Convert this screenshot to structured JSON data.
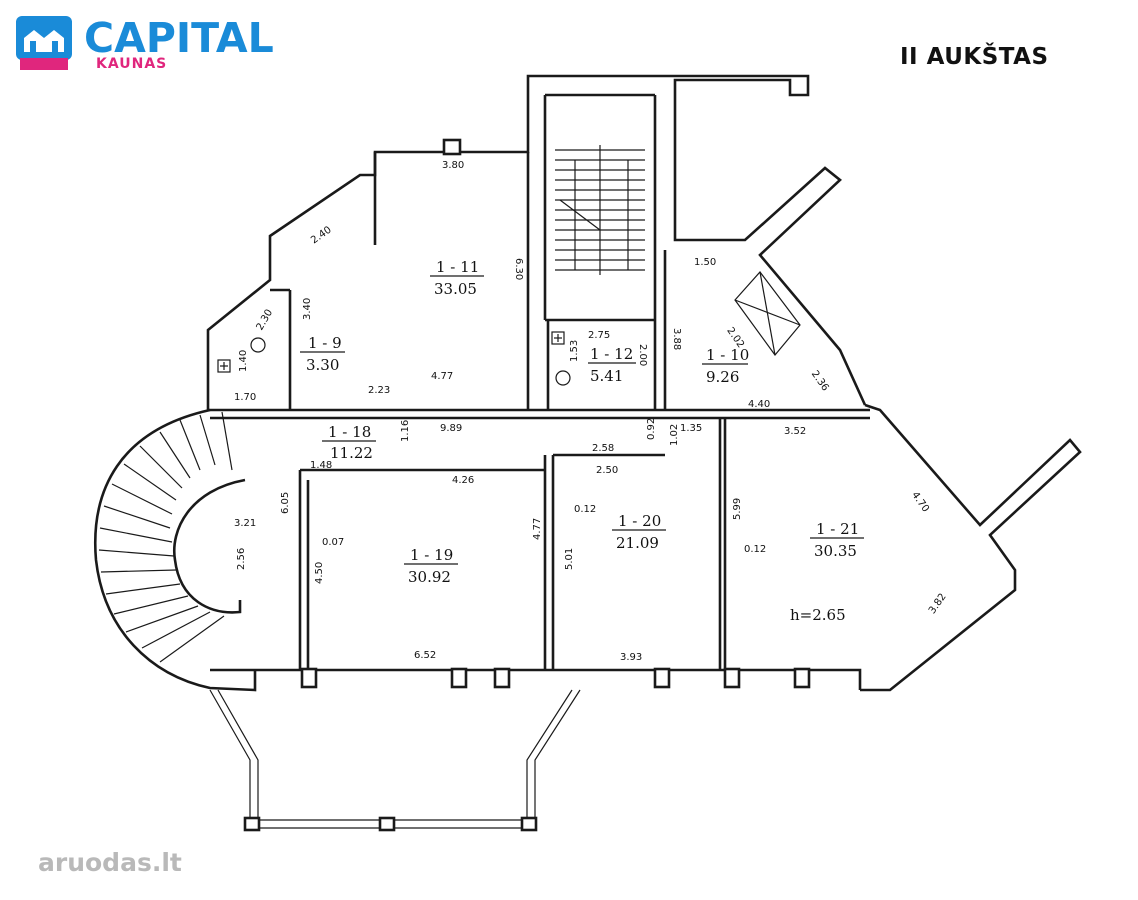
{
  "brand": {
    "name": "CAPITAL",
    "sub": "KAUNAS"
  },
  "floor_title": "II AUKŠTAS",
  "watermark": "aruodas.lt",
  "rooms": {
    "r1_9": {
      "id": "1 - 9",
      "area": "3.30"
    },
    "r1_10": {
      "id": "1 - 10",
      "area": "9.26"
    },
    "r1_11": {
      "id": "1 - 11",
      "area": "33.05"
    },
    "r1_12": {
      "id": "1 - 12",
      "area": "5.41"
    },
    "r1_18": {
      "id": "1 - 18",
      "area": "11.22"
    },
    "r1_19": {
      "id": "1 - 19",
      "area": "30.92"
    },
    "r1_20": {
      "id": "1 - 20",
      "area": "21.09"
    },
    "r1_21": {
      "id": "1 - 21",
      "area": "30.35"
    }
  },
  "height_note": "h=2.65",
  "dims": {
    "d380": "3.80",
    "d240": "2.40",
    "d630": "6.30",
    "d340": "3.40",
    "d230": "2.30",
    "d140": "1.40",
    "d170": "1.70",
    "d223": "2.23",
    "d477a": "4.77",
    "d275": "2.75",
    "d153": "1.53",
    "d200": "2.00",
    "d388": "3.88",
    "d150": "1.50",
    "d202": "2.02",
    "d236": "2.36",
    "d440": "4.40",
    "d989": "9.89",
    "d116": "1.16",
    "d258": "2.58",
    "d092": "0.92",
    "d102": "1.02",
    "d135": "1.35",
    "d352": "3.52",
    "d148": "1.48",
    "d250": "2.50",
    "d426": "4.26",
    "d605": "6.05",
    "d321": "3.21",
    "d256": "2.56",
    "d007": "0.07",
    "d450": "4.50",
    "d477b": "4.77",
    "d012a": "0.12",
    "d501": "5.01",
    "d599": "5.99",
    "d012b": "0.12",
    "d470": "4.70",
    "d382": "3.82",
    "d652": "6.52",
    "d393": "3.93"
  }
}
